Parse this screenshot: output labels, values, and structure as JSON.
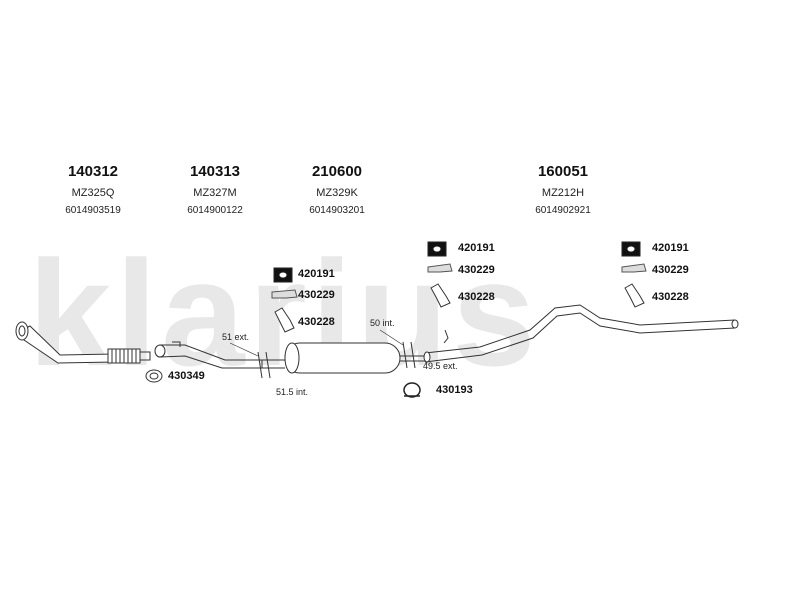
{
  "watermark": "klarius",
  "columns": [
    {
      "part": "140312",
      "ref1": "MZ325Q",
      "ref2": "6014903519"
    },
    {
      "part": "140313",
      "ref1": "MZ327M",
      "ref2": "6014900122"
    },
    {
      "part": "210600",
      "ref1": "MZ329K",
      "ref2": "6014903201"
    },
    {
      "part": "160051",
      "ref1": "MZ212H",
      "ref2": "6014902921"
    }
  ],
  "accessories": {
    "group_mid": [
      "420191",
      "430229",
      "430228"
    ],
    "group_center": [
      "420191",
      "430229",
      "430228"
    ],
    "group_right": [
      "420191",
      "430229",
      "430228"
    ],
    "clamp_left": "430349",
    "clamp_center": "430193"
  },
  "dimensions": {
    "d1": "51 ext.",
    "d2": "51.5 int.",
    "d3": "50 int.",
    "d4": "49.5 ext."
  }
}
